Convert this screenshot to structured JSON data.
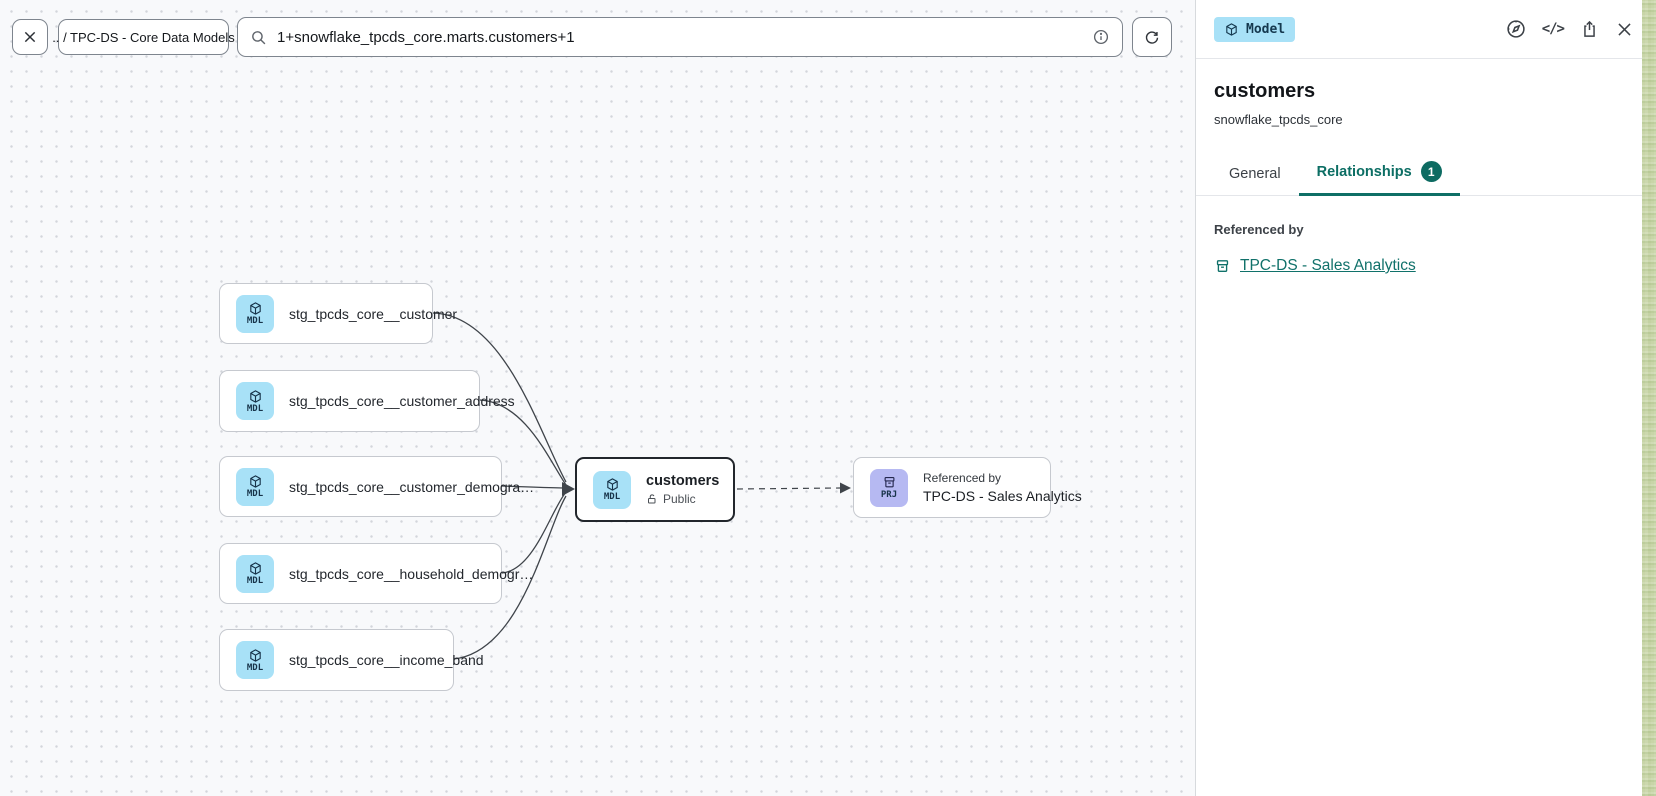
{
  "toolbar": {
    "breadcrumb": ".. / TPC-DS - Core Data Models",
    "search_value": "1+snowflake_tpcds_core.marts.customers+1"
  },
  "canvas": {
    "stage_nodes": [
      {
        "badge": "MDL",
        "label": "stg_tpcds_core__customer"
      },
      {
        "badge": "MDL",
        "label": "stg_tpcds_core__customer_address"
      },
      {
        "badge": "MDL",
        "label": "stg_tpcds_core__customer_demogra…"
      },
      {
        "badge": "MDL",
        "label": "stg_tpcds_core__household_demogr…"
      },
      {
        "badge": "MDL",
        "label": "stg_tpcds_core__income_band"
      }
    ],
    "selected_node": {
      "badge": "MDL",
      "title": "customers",
      "access": "Public"
    },
    "reference_node": {
      "badge": "PRJ",
      "caption": "Referenced by",
      "title": "TPC-DS - Sales Analytics"
    }
  },
  "panel": {
    "type_badge": "Model",
    "title": "customers",
    "subtitle": "snowflake_tpcds_core",
    "tabs": {
      "general": "General",
      "relationships": "Relationships",
      "relationships_count": "1"
    },
    "section_label": "Referenced by",
    "link_label": "TPC-DS - Sales Analytics",
    "code_icon_glyph": "</>"
  },
  "colors": {
    "accent_teal": "#0e6f66",
    "model_blue": "#a8e1f7",
    "project_purple": "#b6b9f2",
    "canvas_bg": "#f8f9fb",
    "node_border": "#c6c9cf"
  }
}
